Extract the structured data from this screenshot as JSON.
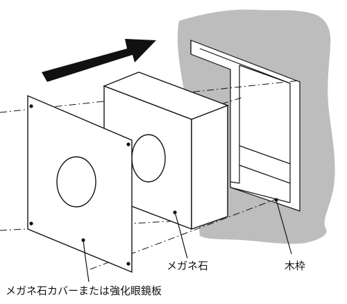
{
  "labels": {
    "stone": "メガネ石",
    "frame": "木枠",
    "cover": "メガネ石カバーまたは強化眼鏡板"
  },
  "colors": {
    "wall": "#bdbdbd",
    "line": "#111111",
    "arrow": "#111111",
    "background": "#ffffff"
  },
  "icons": {
    "direction": "arrow-right-icon"
  }
}
